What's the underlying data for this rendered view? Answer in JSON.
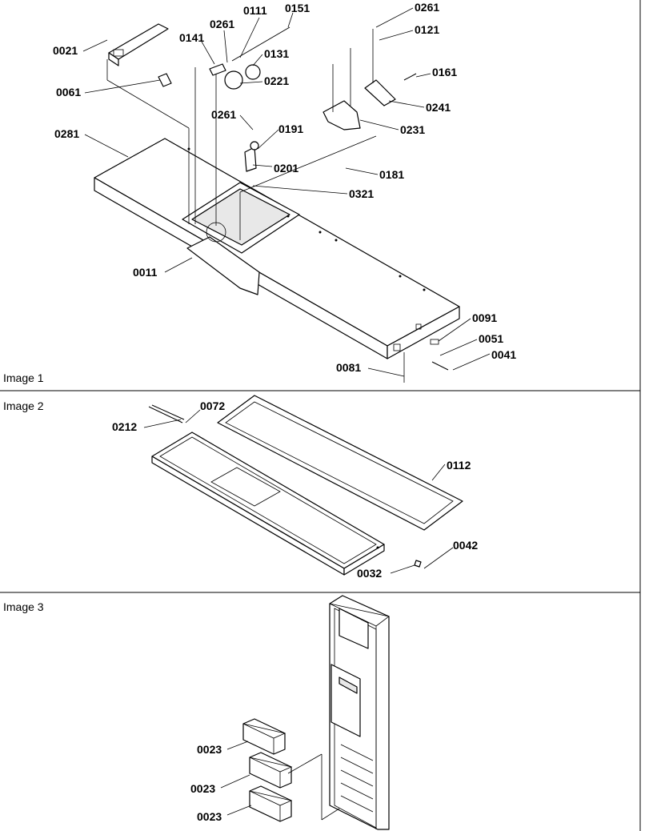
{
  "panels": [
    {
      "title": "Image 1"
    },
    {
      "title": "Image 2"
    },
    {
      "title": "Image 3"
    }
  ],
  "callouts": {
    "p0021": "0021",
    "p0061": "0061",
    "p0141": "0141",
    "p0261a": "0261",
    "p0111": "0111",
    "p0151": "0151",
    "p0131": "0131",
    "p0221": "0221",
    "p0261b": "0261",
    "p0121": "0121",
    "p0161": "0161",
    "p0241": "0241",
    "p0231": "0231",
    "p0281": "0281",
    "p0261c": "0261",
    "p0191": "0191",
    "p0201": "0201",
    "p0181": "0181",
    "p0321": "0321",
    "p0011": "0011",
    "p0091": "0091",
    "p0051": "0051",
    "p0041": "0041",
    "p0081": "0081",
    "p0212": "0212",
    "p0072": "0072",
    "p0112": "0112",
    "p0042": "0042",
    "p0032": "0032",
    "p0023a": "0023",
    "p0023b": "0023",
    "p0023c": "0023"
  }
}
